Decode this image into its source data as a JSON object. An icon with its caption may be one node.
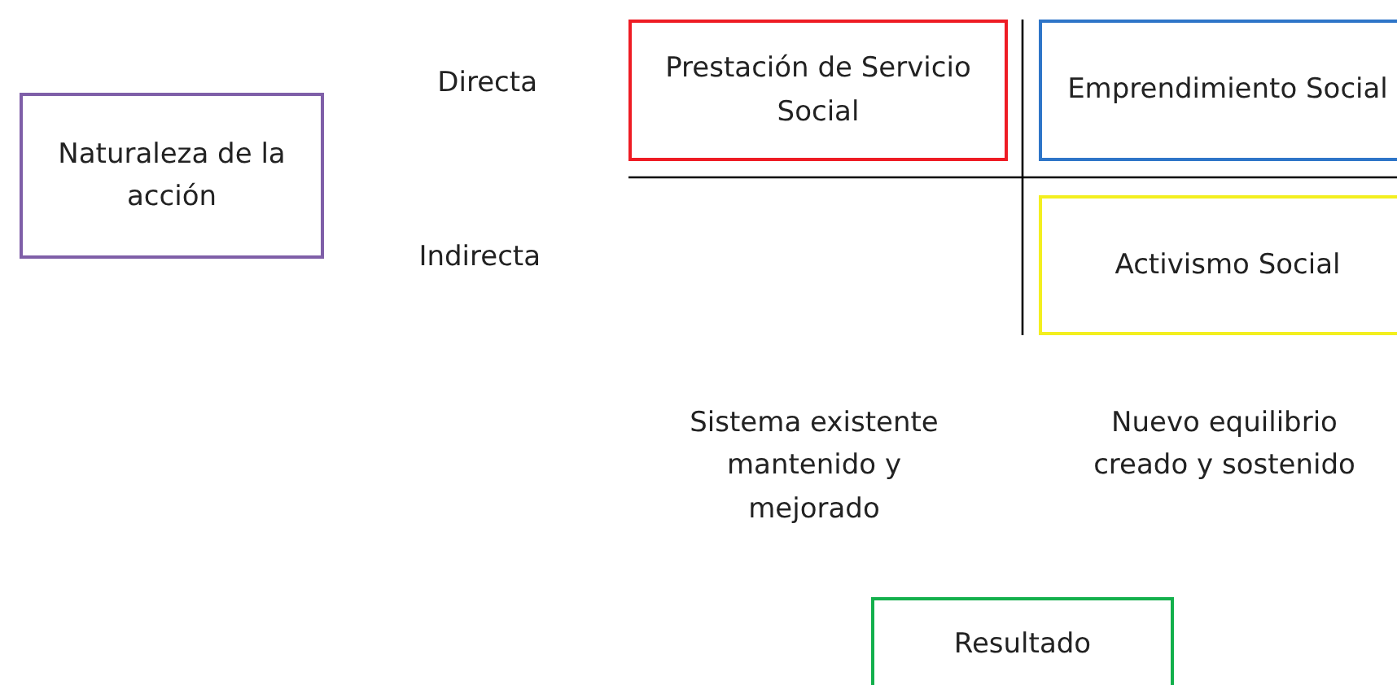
{
  "diagram": {
    "nodes": [
      {
        "text": [
          "Naturaleza de la acción"
        ]
      },
      {
        "text": [
          "Prestación de Servicio Social"
        ]
      },
      {
        "text": [
          "Emprendimiento Social"
        ]
      },
      {
        "text": [
          "Activismo Social"
        ]
      },
      {
        "text": [
          "Resultado"
        ]
      }
    ],
    "labels": [
      "Directa",
      "Indirecta",
      "Sistema existente mantenido y mejorado",
      "Nuevo equilibrio creado y sostenido"
    ]
  }
}
